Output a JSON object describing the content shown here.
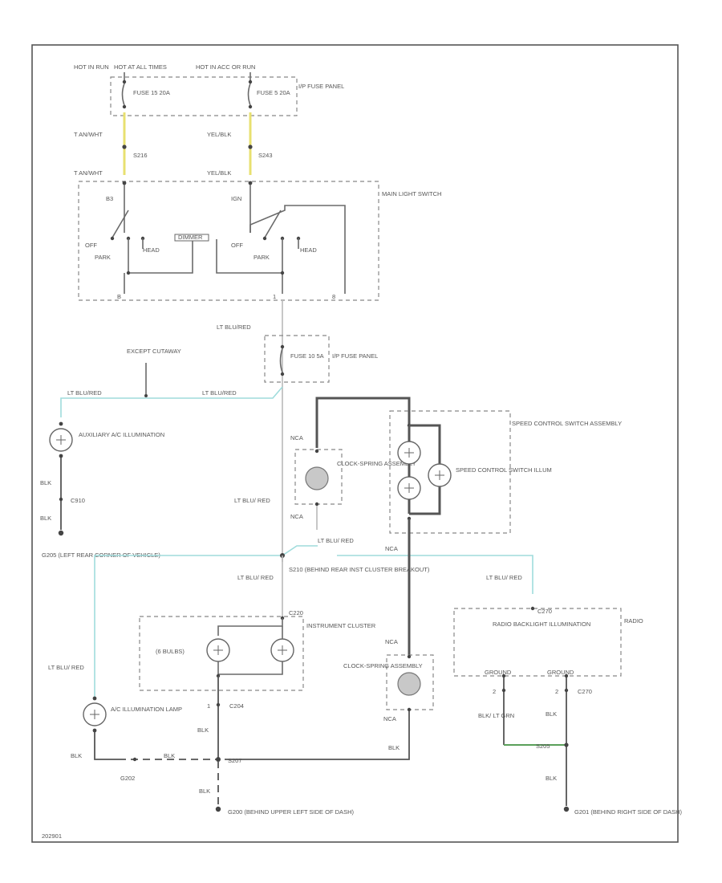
{
  "labels": {
    "hot_in_run": "HOT IN RUN",
    "hot_at_all_times": "HOT AT ALL TIMES",
    "hot_in_acc_or_run": "HOT IN ACC OR RUN",
    "fuse_15": "FUSE 15 20A",
    "fuse_5": "FUSE 5 20A",
    "fuse_10": "FUSE 10 5A",
    "ip_fuse_panel": "I/P FUSE PANEL",
    "tan_wht_1": "T AN/WHT",
    "tan_wht_2": "T AN/WHT",
    "yel_blk_1": "YEL/BLK",
    "yel_blk_2": "YEL/BLK",
    "s216": "S216",
    "s243": "S243",
    "main_light_switch": "MAIN LIGHT SWITCH",
    "b3": "B3",
    "ign": "IGN",
    "off_left": "OFF",
    "off_right": "OFF",
    "park_left": "PARK",
    "park_right": "PARK",
    "head_left": "HEAD",
    "head_right": "HEAD",
    "dimmer": "DIMMER",
    "term_b": "B",
    "term_1": "1",
    "term_8": "8",
    "lt_blu_red_top": "LT BLU/RED",
    "lt_blu_red_wire_a": "LT BLU/RED",
    "lt_blu_red_wire_b": "LT BLU/RED",
    "lt_blu_red_mid": "LT BLU/ RED",
    "lt_blu_red_s210": "LT BLU/ RED",
    "lt_blu_red_center": "LT BLU/ RED",
    "lt_blu_red_radio": "LT BLU/ RED",
    "lt_blu_red_ac": "LT BLU/ RED",
    "except_cutaway": "EXCEPT CUTAWAY",
    "aux_ac_illum": "AUXILIARY A/C ILLUMINATION",
    "blk_aux": "BLK",
    "c910": "C910",
    "blk_aux2": "BLK",
    "g205": "G205 (LEFT REAR CORNER OF VEHICLE)",
    "nca_1": "NCA",
    "nca_2": "NCA",
    "nca_3": "NCA",
    "nca_4": "NCA",
    "nca_5": "NCA",
    "clockspring_top": "CLOCK-SPRING ASSEMBLY",
    "clockspring_bottom": "CLOCK-SPRING ASSEMBLY",
    "speed_control_switch": "SPEED CONTROL SWITCH ASSEMBLY",
    "speed_control_illum": "SPEED CONTROL SWITCH ILLUM",
    "s210": "S210 (BEHIND REAR INST CLUSTER BREAKOUT)",
    "instrument_cluster": "INSTRUMENT CLUSTER",
    "bulbs_6": "(6 BULBS)",
    "c220": "C220",
    "c204": "C204",
    "pin_1": "1",
    "pin_2": "2",
    "pin_2b": "2",
    "blk_center_1": "BLK",
    "blk_center_2": "BLK",
    "blk_bottom": "BLK",
    "blk_right": "BLK",
    "blk_lt_grn": "BLK/ LT GRN",
    "blk_right2": "BLK",
    "ac_illum_lamp": "A/C ILLUMINATION LAMP",
    "blk_lamp": "BLK",
    "blk_mid": "BLK",
    "s207": "S207",
    "g202": "G202",
    "g200": "G200 (BEHIND UPPER LEFT SIDE OF DASH)",
    "radio": "RADIO",
    "radio_backlight": "RADIO BACKLIGHT ILLUMINATION",
    "ground_1": "GROUND",
    "ground_2": "GROUND",
    "c270": "C270",
    "s205": "S205",
    "g201": "G201 (BEHIND RIGHT SIDE OF DASH)",
    "figure_code": "202901"
  },
  "colors": {
    "wire_lt_blu": "#9fdcdc",
    "wire_yel": "#e8e070",
    "wire_grn": "#5aa05a",
    "wire_gray": "#b9b9b9",
    "wire_dark": "#555555"
  }
}
